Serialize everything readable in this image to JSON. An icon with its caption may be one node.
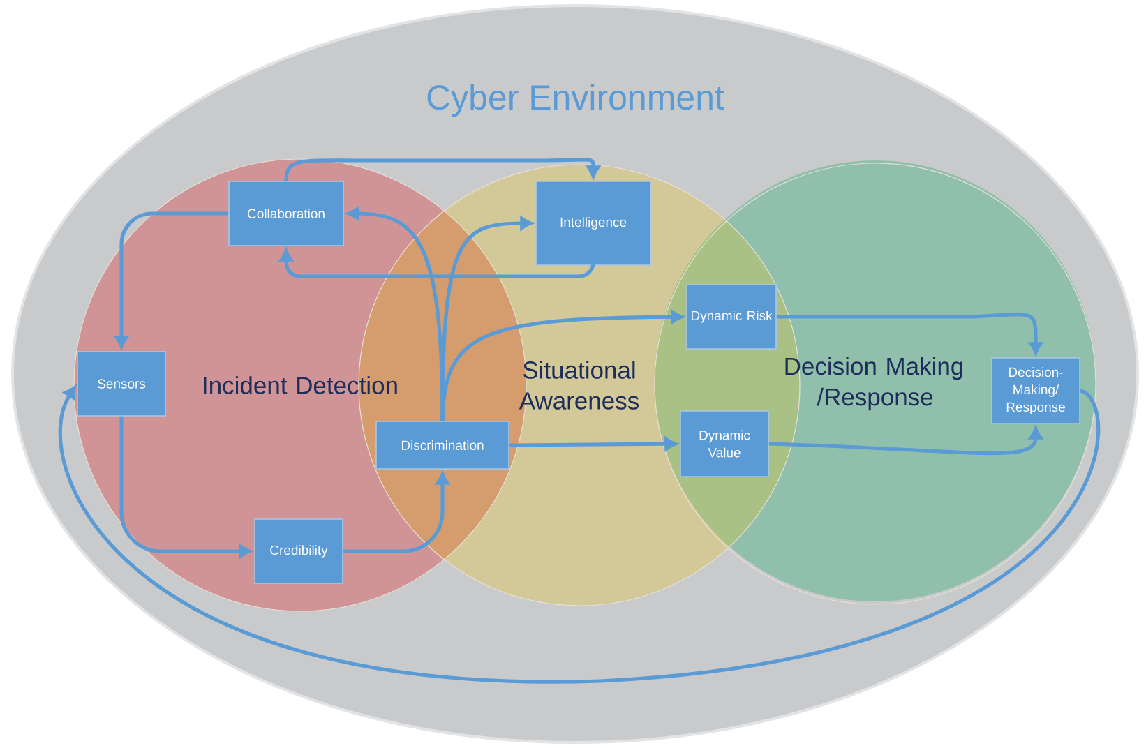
{
  "diagram": {
    "nodes": [
      {
        "text": [
          "Cyber Environment"
        ]
      },
      {
        "text": [
          "Incident Detection"
        ],
        "in": 0
      },
      {
        "text": [
          "Situational Awareness"
        ],
        "in": 0
      },
      {
        "text": [
          "Decision Making /Response"
        ],
        "in": 0
      },
      {
        "text": [
          "Collaboration"
        ],
        "in": 1
      },
      {
        "text": [
          "Intelligence"
        ],
        "in": 2
      },
      {
        "text": [
          "Sensors"
        ],
        "in": 1
      },
      {
        "text": [
          "Discrimination"
        ]
      },
      {
        "text": [
          "Credibility"
        ],
        "in": 1
      },
      {
        "text": [
          "Dynamic Risk"
        ]
      },
      {
        "text": [
          "Dynamic Value"
        ]
      },
      {
        "text": [
          "Decision- Making/ Response"
        ],
        "in": 3
      }
    ],
    "edges": [
      {
        "from": 4,
        "to": 5,
        "arrow": "to"
      },
      {
        "from": 5,
        "to": 4,
        "arrow": "to"
      },
      {
        "from": 4,
        "to": 6,
        "arrow": "to"
      },
      {
        "from": 6,
        "to": 8,
        "arrow": "to"
      },
      {
        "from": 8,
        "to": 7,
        "arrow": "to"
      },
      {
        "from": 7,
        "to": 4,
        "arrow": "to"
      },
      {
        "from": 7,
        "to": 5,
        "arrow": "to"
      },
      {
        "from": 7,
        "to": 9,
        "arrow": "to"
      },
      {
        "from": 7,
        "to": 10,
        "arrow": "to"
      },
      {
        "from": 9,
        "to": 11,
        "arrow": "to"
      },
      {
        "from": 10,
        "to": 11,
        "arrow": "to"
      },
      {
        "from": 11,
        "to": 6,
        "arrow": "to"
      }
    ]
  }
}
